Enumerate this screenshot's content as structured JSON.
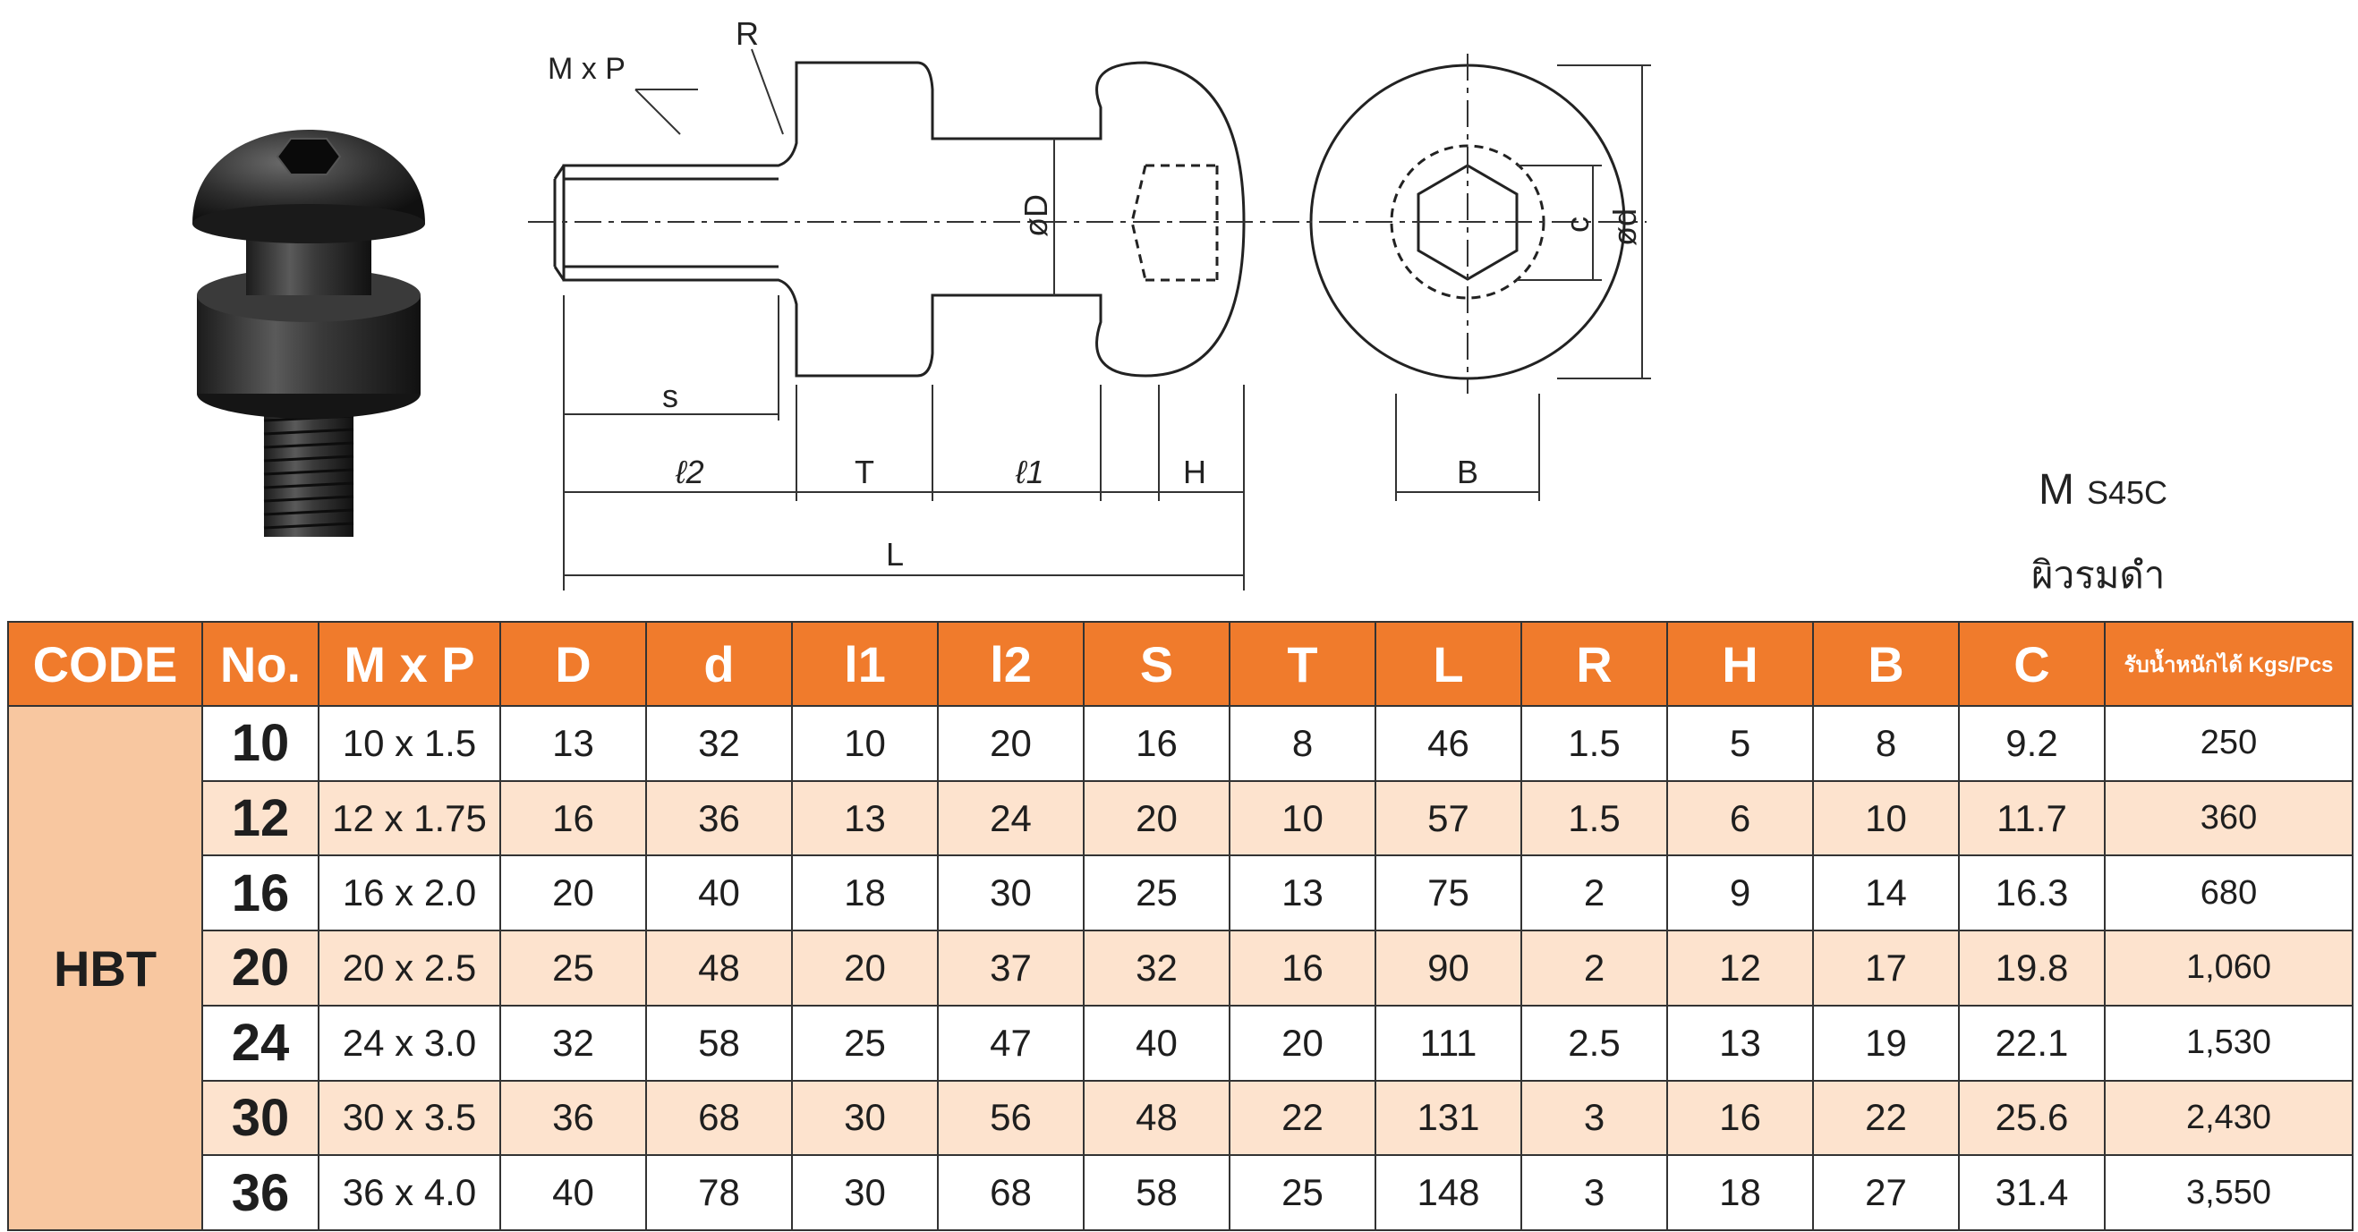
{
  "drawing": {
    "labels": {
      "mxp": "M x P",
      "r": "R",
      "s": "s",
      "l2": "ℓ2",
      "t": "T",
      "l1": "ℓ1",
      "h": "H",
      "l": "L",
      "b": "B",
      "od": "øD",
      "c": "c",
      "d": "ød"
    }
  },
  "material": {
    "letter": "M",
    "grade": "S45C",
    "finish": "ผิวรมดำ"
  },
  "table": {
    "headers": [
      "CODE",
      "No.",
      "M x P",
      "D",
      "d",
      "l1",
      "l2",
      "S",
      "T",
      "L",
      "R",
      "H",
      "B",
      "C",
      "รับน้ำหนักได้ Kgs/Pcs"
    ],
    "code": "HBT",
    "rows": [
      {
        "no": "10",
        "mxp": "10 x 1.5",
        "D": "13",
        "d": "32",
        "l1": "10",
        "l2": "20",
        "S": "16",
        "T": "8",
        "L": "46",
        "R": "1.5",
        "H": "5",
        "B": "8",
        "C": "9.2",
        "load": "250"
      },
      {
        "no": "12",
        "mxp": "12 x 1.75",
        "D": "16",
        "d": "36",
        "l1": "13",
        "l2": "24",
        "S": "20",
        "T": "10",
        "L": "57",
        "R": "1.5",
        "H": "6",
        "B": "10",
        "C": "11.7",
        "load": "360"
      },
      {
        "no": "16",
        "mxp": "16 x 2.0",
        "D": "20",
        "d": "40",
        "l1": "18",
        "l2": "30",
        "S": "25",
        "T": "13",
        "L": "75",
        "R": "2",
        "H": "9",
        "B": "14",
        "C": "16.3",
        "load": "680"
      },
      {
        "no": "20",
        "mxp": "20 x 2.5",
        "D": "25",
        "d": "48",
        "l1": "20",
        "l2": "37",
        "S": "32",
        "T": "16",
        "L": "90",
        "R": "2",
        "H": "12",
        "B": "17",
        "C": "19.8",
        "load": "1,060"
      },
      {
        "no": "24",
        "mxp": "24 x 3.0",
        "D": "32",
        "d": "58",
        "l1": "25",
        "l2": "47",
        "S": "40",
        "T": "20",
        "L": "111",
        "R": "2.5",
        "H": "13",
        "B": "19",
        "C": "22.1",
        "load": "1,530"
      },
      {
        "no": "30",
        "mxp": "30 x 3.5",
        "D": "36",
        "d": "68",
        "l1": "30",
        "l2": "56",
        "S": "48",
        "T": "22",
        "L": "131",
        "R": "3",
        "H": "16",
        "B": "22",
        "C": "25.6",
        "load": "2,430"
      },
      {
        "no": "36",
        "mxp": "36 x 4.0",
        "D": "40",
        "d": "78",
        "l1": "30",
        "l2": "68",
        "S": "58",
        "T": "25",
        "L": "148",
        "R": "3",
        "H": "18",
        "B": "27",
        "C": "31.4",
        "load": "3,550"
      }
    ]
  }
}
